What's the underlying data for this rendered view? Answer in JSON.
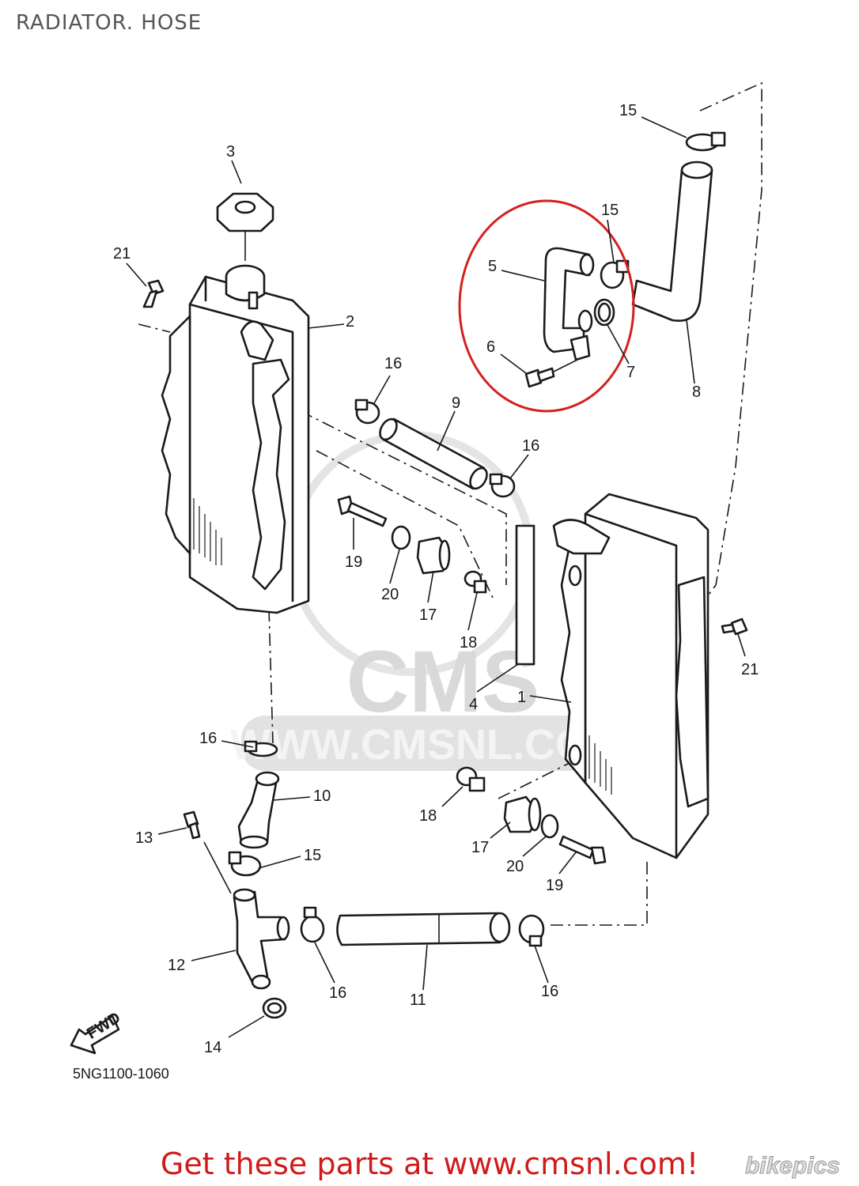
{
  "title": "RADIATOR. HOSE",
  "diagram_code": "5NG1100-1060",
  "fwd_label": "FWD",
  "watermark": {
    "brand": "CMS",
    "url": "WWW.CMSNL.COM"
  },
  "footer": {
    "text": "Get these parts at www.cmsnl.com!",
    "logo_text": "bikepics"
  },
  "highlight_color": "#d42020",
  "footer_color": "#d11b1b",
  "callouts": {
    "c1": "1",
    "c2": "2",
    "c3": "3",
    "c4": "4",
    "c5": "5",
    "c6": "6",
    "c7": "7",
    "c8": "8",
    "c9": "9",
    "c10": "10",
    "c11": "11",
    "c12": "12",
    "c13": "13",
    "c14": "14",
    "c15a": "15",
    "c15b": "15",
    "c15c": "15",
    "c16a": "16",
    "c16b": "16",
    "c16c": "16",
    "c16d": "16",
    "c16e": "16",
    "c17a": "17",
    "c17b": "17",
    "c18a": "18",
    "c18b": "18",
    "c19a": "19",
    "c19b": "19",
    "c20a": "20",
    "c20b": "20",
    "c21a": "21",
    "c21b": "21"
  }
}
